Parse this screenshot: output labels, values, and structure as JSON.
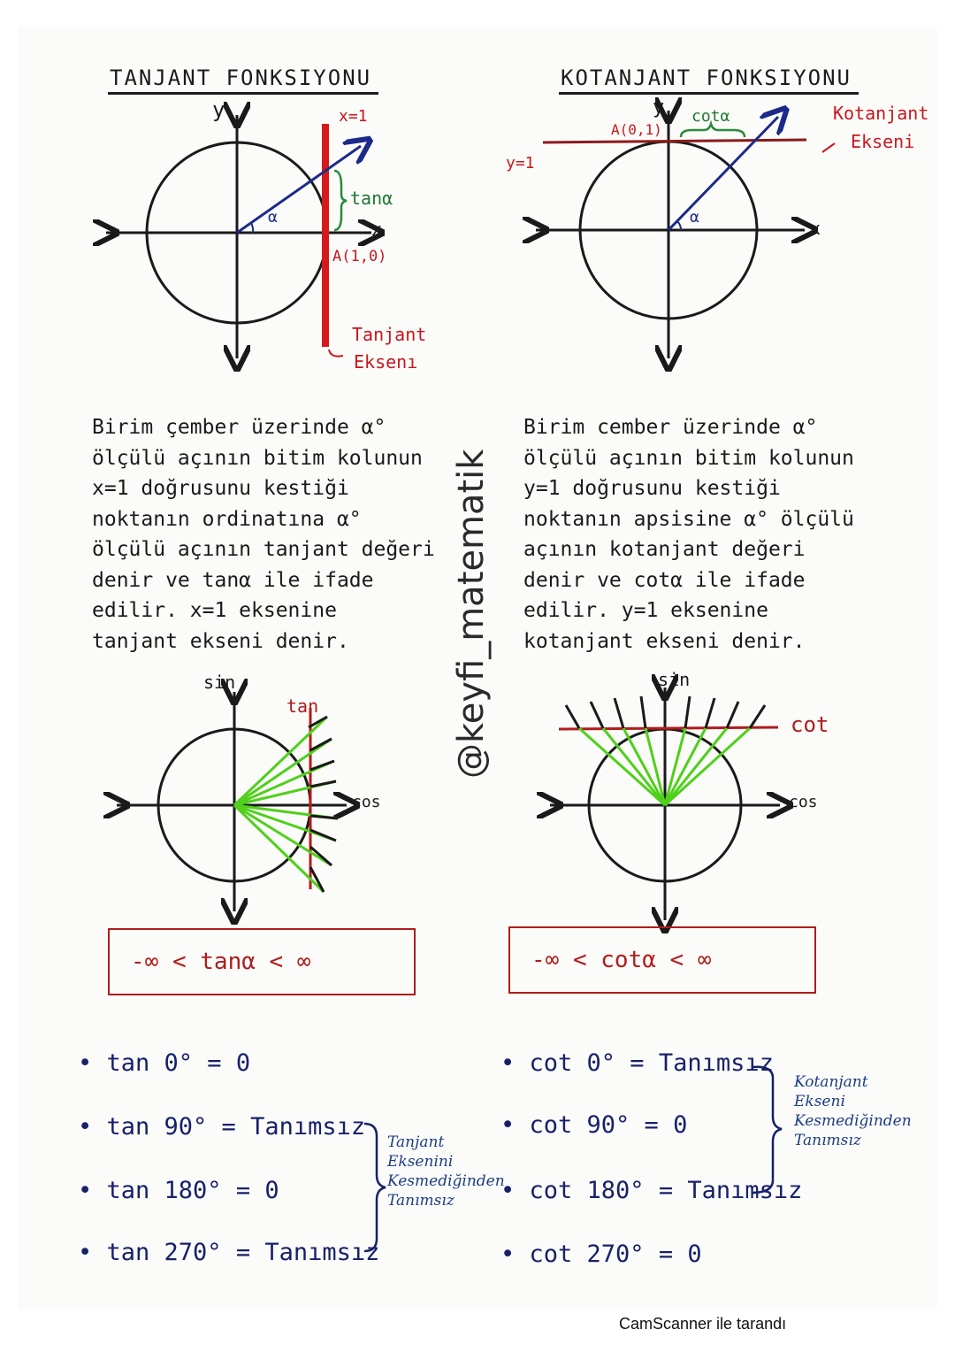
{
  "left": {
    "title": "TANJANT FONKSIYONU",
    "figure": {
      "y_axis": "y",
      "x_axis": "x",
      "line_label": "x=1",
      "segment_label": "tanα",
      "angle_label": "α",
      "point_label": "A(1,0)",
      "axis_name": [
        "Tanjant",
        "Eksenı"
      ]
    },
    "paragraph": [
      "Birim çember üzerinde α°",
      "ölçülü açının bitim kolunun",
      "x=1 doğrusunu kestiği",
      "noktanın ordinatına α°",
      "ölçülü açının tanjant değeri",
      "denir ve tanα ile ifade",
      "edilir. x=1 eksenine",
      "tanjant ekseni denir."
    ],
    "graph": {
      "v_label": "sin",
      "h_label": "cos",
      "line_label": "tan"
    },
    "range": "-∞ < tanα < ∞",
    "values": [
      "tan 0° = 0",
      "tan 90° = Tanımsız",
      "tan 180° = 0",
      "tan 270° = Tanımsız"
    ],
    "note": [
      "Tanjant",
      "Eksenini",
      "Kesmediğinden",
      "Tanımsız"
    ]
  },
  "right": {
    "title": "KOTANJANT FONKSIYONU",
    "figure": {
      "y_axis": "y",
      "x_axis": "x",
      "line_label": "y=1",
      "segment_label": "cotα",
      "angle_label": "α",
      "point_label": "A(0,1)",
      "axis_name": [
        "Kotanjant",
        "Ekseni"
      ]
    },
    "paragraph": [
      "Birim cember üzerinde α°",
      "ölçülü açının bitim kolunun",
      "y=1 doğrusunu kestiği",
      "noktanın apsisine α° ölçülü",
      "açının kotanjant değeri",
      "denir ve cotα ile ifade",
      "edilir. y=1 eksenine",
      "kotanjant ekseni denir."
    ],
    "graph": {
      "v_label": "sin",
      "h_label": "cos",
      "line_label": "cot"
    },
    "range": "-∞ < cotα < ∞",
    "values": [
      "cot 0° = Tanımsız",
      "cot 90° = 0",
      "cot 180° = Tanımsız",
      "cot 270° = 0"
    ],
    "note": [
      "Kotanjant",
      "Ekseni",
      "Kesmediğinden",
      "Tanımsız"
    ]
  },
  "watermark": "@keyfi_matematik",
  "footer": "CamScanner ile tarandı",
  "colors": {
    "ink": "#1a1a1a",
    "red": "#c8171d",
    "dark_red": "#8b1a1a",
    "green": "#4fd01b",
    "blue": "#17216a"
  }
}
